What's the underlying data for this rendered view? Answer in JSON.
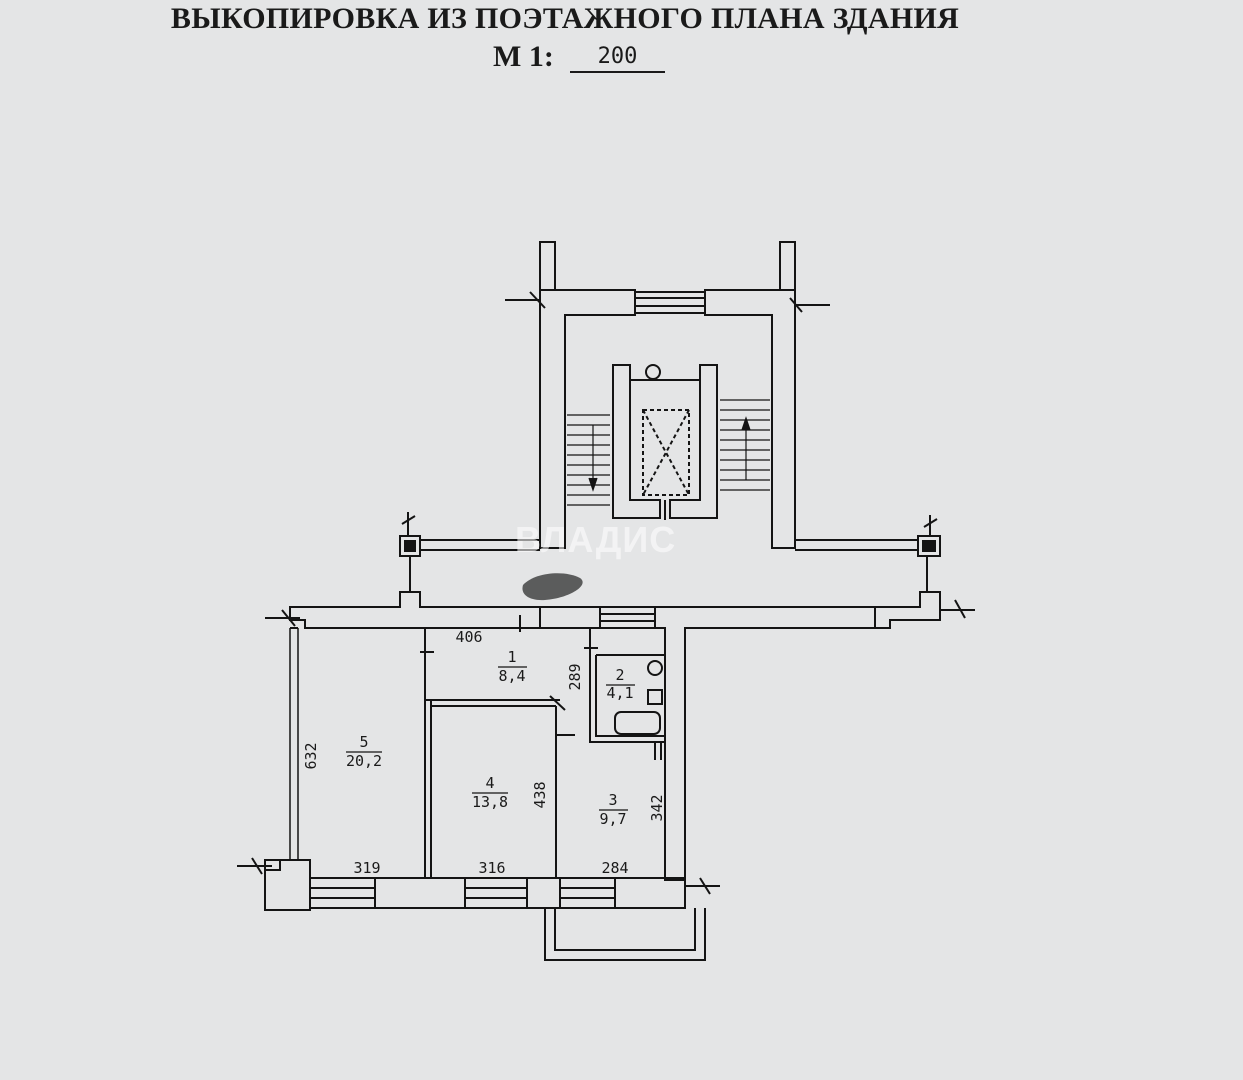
{
  "header": {
    "title": "ВЫКОПИРОВКА ИЗ ПОЭТАЖНОГО ПЛАНА ЗДАНИЯ",
    "scale_label": "М 1:",
    "scale_value": "200"
  },
  "watermark": "ВЛАДИС",
  "rooms": [
    {
      "number": "1",
      "area": "8,4"
    },
    {
      "number": "2",
      "area": "4,1"
    },
    {
      "number": "3",
      "area": "9,7"
    },
    {
      "number": "4",
      "area": "13,8"
    },
    {
      "number": "5",
      "area": "20,2"
    }
  ],
  "dimensions": {
    "d406": "406",
    "d289": "289",
    "d632": "632",
    "d438": "438",
    "d342": "342",
    "d319": "319",
    "d316": "316",
    "d284": "284"
  }
}
